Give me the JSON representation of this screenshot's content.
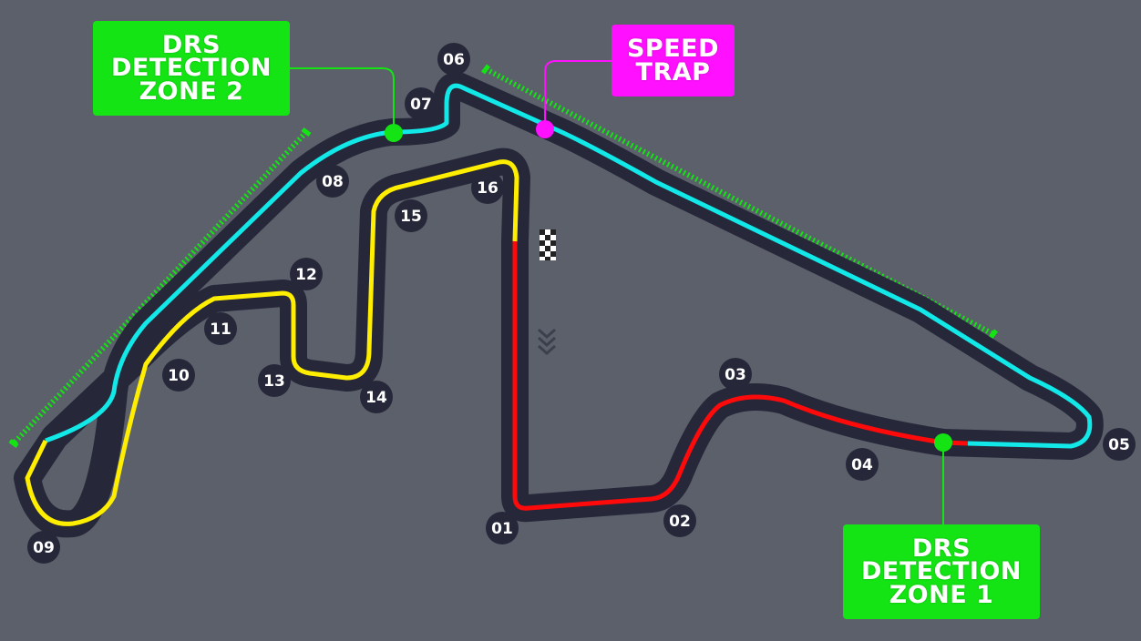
{
  "labels": {
    "drs_zone_2": "DRS\nDETECTION\nZONE 2",
    "drs_zone_1": "DRS\nDETECTION\nZONE 1",
    "speed_trap": "SPEED\nTRAP"
  },
  "turns": [
    "01",
    "02",
    "03",
    "04",
    "05",
    "06",
    "07",
    "08",
    "09",
    "10",
    "11",
    "12",
    "13",
    "14",
    "15",
    "16"
  ],
  "colors": {
    "background": "#5b606b",
    "track_outline": "#26283a",
    "sector_1": "#ff0a0a",
    "sector_2": "#13e8e8",
    "sector_3": "#ffee00",
    "drs_zone": "#14e414",
    "speed_trap": "#ff10ff"
  },
  "icons": [
    "checkered-flag-icon",
    "direction-chevrons-icon"
  ]
}
